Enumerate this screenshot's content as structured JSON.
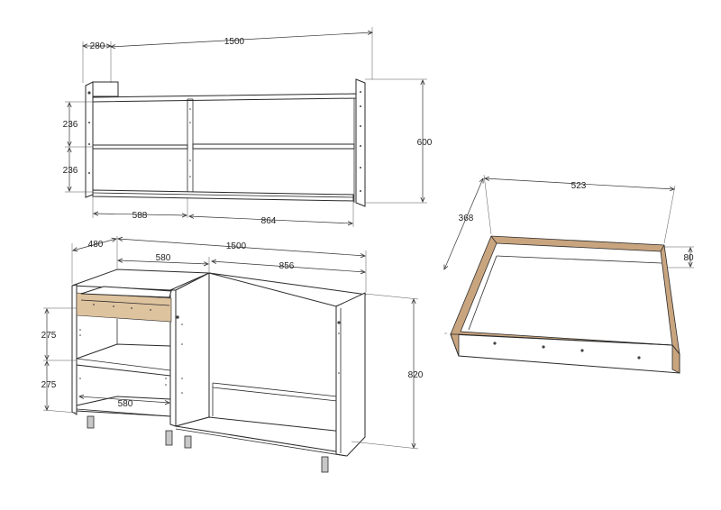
{
  "wall_cabinet": {
    "depth": "280",
    "width": "1500",
    "height": "600",
    "shelf_gap_top": "236",
    "shelf_gap_bottom": "236",
    "left_width": "588",
    "right_width": "864"
  },
  "base_cabinet": {
    "depth": "480",
    "width": "1500",
    "drawer_width_top": "580",
    "open_section_width": "856",
    "height": "820",
    "section_height_top": "275",
    "section_height_bottom": "275",
    "shelf_width": "580"
  },
  "drawer": {
    "width": "523",
    "depth": "368",
    "height": "80"
  },
  "colors": {
    "line": "#2a2a2a",
    "edge": "#c9a57f"
  }
}
